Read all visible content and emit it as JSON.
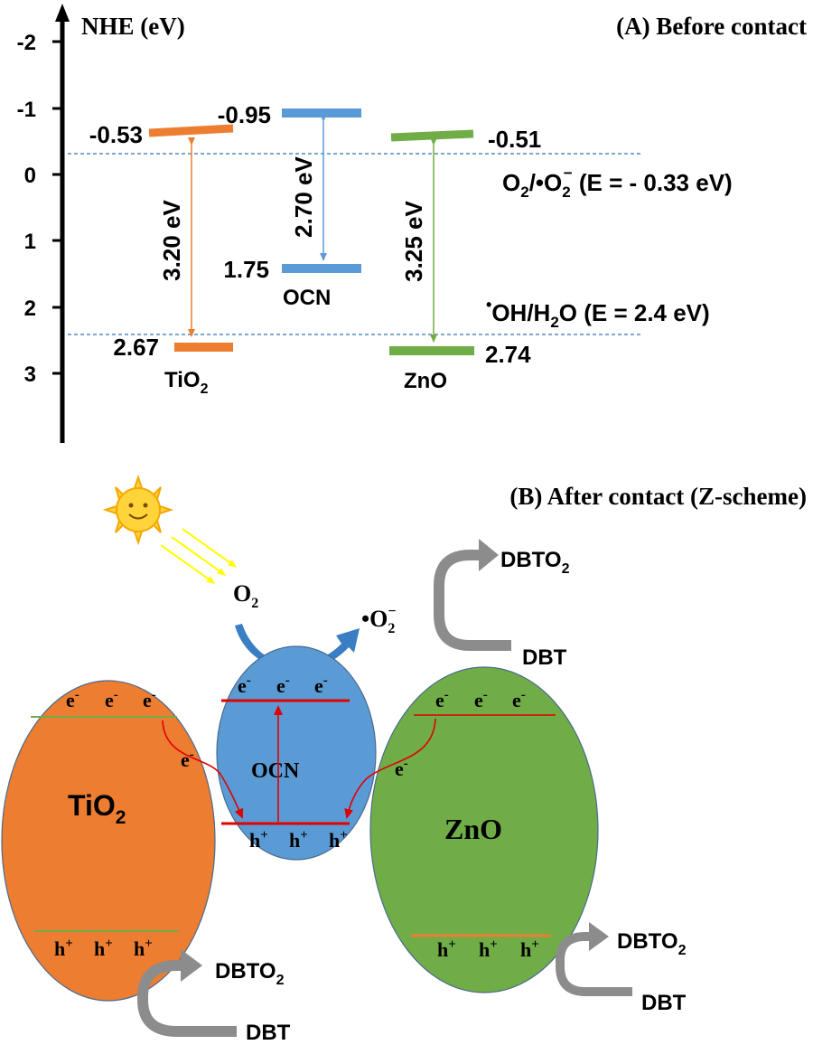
{
  "panel_a": {
    "title": "(A) Before contact",
    "axis_label": "NHE (eV)",
    "ticks": [
      "-2",
      "-1",
      "0",
      "1",
      "2",
      "3"
    ],
    "tio2": {
      "cb": "-0.53",
      "vb": "2.67",
      "gap": "3.20 eV",
      "name_main": "TiO",
      "name_sub": "2"
    },
    "ocn": {
      "cb": "-0.95",
      "vb": "1.75",
      "gap": "2.70 eV",
      "name": "OCN"
    },
    "zno": {
      "cb": "-0.51",
      "vb": "2.74",
      "gap": "3.25 eV",
      "name": "ZnO"
    },
    "ref_o2": {
      "o": "O",
      "sub": "2",
      "mid": "/•O",
      "sub2": "2",
      "sup": "−",
      "tail": " (E = - 0.33 eV)"
    },
    "ref_oh": {
      "dot": "•",
      "main": "OH/H",
      "sub": "2",
      "tail": "O (E = 2.4 eV)"
    },
    "colors": {
      "tio2": "#ed7d31",
      "ocn": "#5b9bd5",
      "zno": "#70ad47",
      "ref_line": "#2e75b6"
    }
  },
  "panel_b": {
    "title": "(B) After contact (Z-scheme)",
    "o2": {
      "main": "O",
      "sub": "2"
    },
    "superoxide": {
      "dot": "•O",
      "sub": "2",
      "sup": "−"
    },
    "tio2_label": {
      "main": "TiO",
      "sub": "2"
    },
    "ocn_label": "OCN",
    "zno_label": "ZnO",
    "electron": {
      "main": "e",
      "sup": "-"
    },
    "hole": {
      "main": "h",
      "sup": "+"
    },
    "dbto2": {
      "main": "DBTO",
      "sub": "2"
    },
    "dbt": "DBT",
    "colors": {
      "tio2": "#ed7d31",
      "ocn": "#5b9bd5",
      "zno": "#70ad47",
      "arrow": "#e00000",
      "recycle": "#8c8c8c",
      "sun": "#ffd43b",
      "light": "#ffff00"
    }
  }
}
